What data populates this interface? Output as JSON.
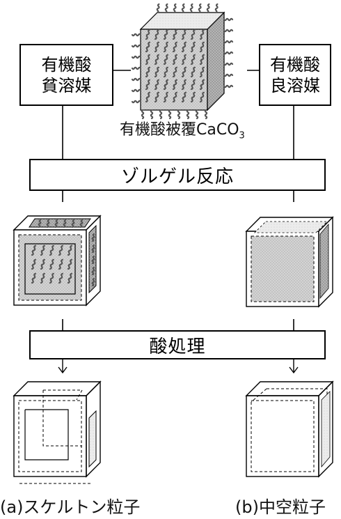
{
  "solvent_poor": [
    "有機酸",
    "貧溶媒"
  ],
  "solvent_good": [
    "有機酸",
    "良溶媒"
  ],
  "coated_label": "有機酸被覆CaCO",
  "coated_subscript": "3",
  "step1": "ゾルゲル反応",
  "step2": "酸処理",
  "result_a": "(a)スケルトン粒子",
  "result_b": "(b)中空粒子"
}
